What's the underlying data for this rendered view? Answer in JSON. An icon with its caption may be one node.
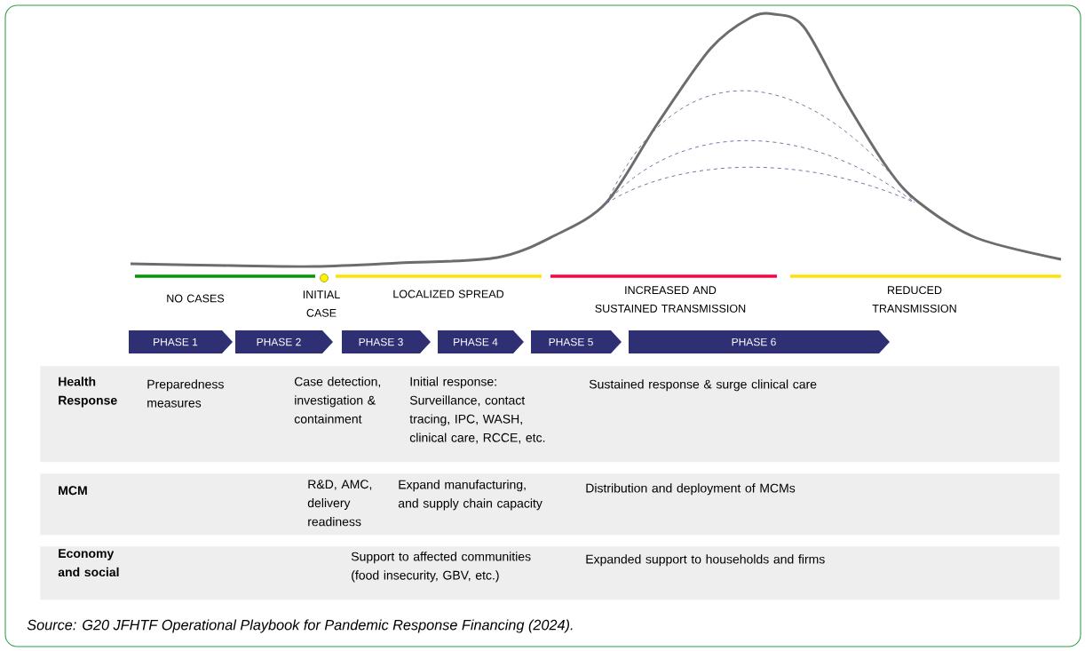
{
  "diagram": {
    "caption": "Source: G20 JFHTF Operational Playbook for Pandemic Response Financing (2024).",
    "nodes": [
      {
        "text": [
          "PHASE 1"
        ]
      },
      {
        "text": [
          "PHASE 2"
        ]
      },
      {
        "text": [
          "PHASE 3"
        ]
      },
      {
        "text": [
          "PHASE 4"
        ]
      },
      {
        "text": [
          "PHASE 5"
        ]
      },
      {
        "text": [
          "PHASE 6"
        ]
      },
      {
        "text": [
          "Health Response",
          "Preparedness measures",
          "Case detection, investigation & containment",
          "Initial response: Surveillance, contact tracing, IPC, WASH, clinical care, RCCE, etc.",
          "Sustained response & surge clinical care"
        ]
      },
      {
        "text": [
          "MCM",
          "R&D, AMC, delivery readiness",
          "Expand manufacturing, and supply chain capacity",
          "Distribution and deployment of MCMs"
        ]
      },
      {
        "text": [
          "Economy and social",
          "Support to affected communities (food insecurity, GBV, etc.)",
          "Expanded support to households and firms"
        ]
      }
    ],
    "labels": [
      "NO CASES",
      "INITIAL CASE",
      "LOCALIZED SPREAD",
      "INCREASED AND SUSTAINED TRANSMISSION",
      "REDUCED TRANSMISSION"
    ]
  }
}
